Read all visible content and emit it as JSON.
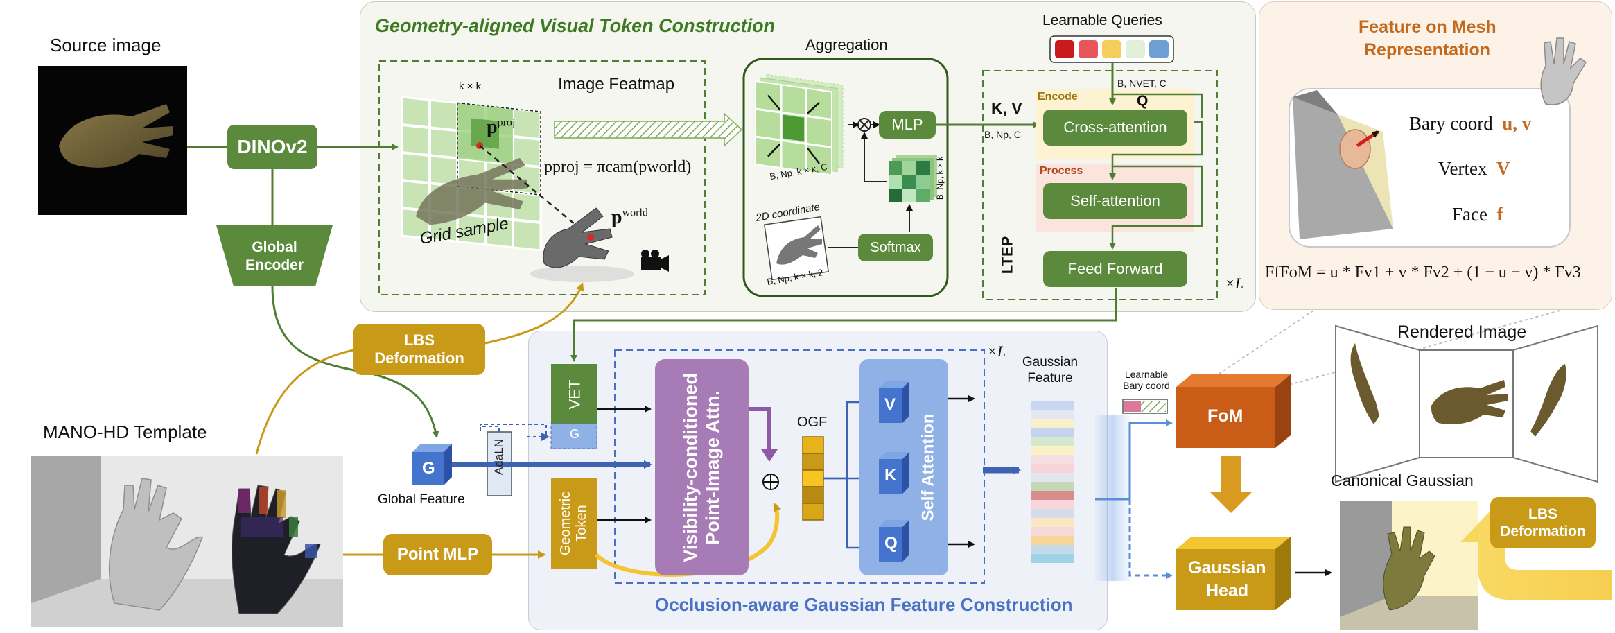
{
  "labels": {
    "source_image": "Source image",
    "dinov2": "DINOv2",
    "global_encoder": "Global Encoder",
    "lbs_deformation": "LBS Deformation",
    "mano_template": "MANO-HD Template",
    "point_mlp": "Point MLP",
    "global_feature": "Global Feature",
    "g": "G",
    "adaln": "AdaLN"
  },
  "gvtc": {
    "title": "Geometry-aligned Visual Token Construction",
    "image_featmap": "Image Featmap",
    "grid_sample": "Grid sample",
    "k_by_k": "k × k",
    "p_proj": "p",
    "p_proj_sup": "proj",
    "p_world": "p",
    "p_world_sup": "world",
    "formula": "pproj = πcam(pworld)",
    "aggregation": "Aggregation",
    "mlp": "MLP",
    "softmax": "Softmax",
    "coord_2d": "2D coordinate",
    "dim_feat": "B, Np, k × k, C",
    "dim_coord": "B, Np, k × k, 2",
    "dim_weight": "B, Np, k × k",
    "otimes": "⊗"
  },
  "ltep": {
    "learnable_queries": "Learnable Queries",
    "query_dims": "B, NVET, C",
    "query_colors": [
      "#c8191c",
      "#e8555a",
      "#f5cd5a",
      "#e2efd9",
      "#6e9fd4"
    ],
    "kv": "K, V",
    "kv_dims": "B, Np, C",
    "q": "Q",
    "encode": "Encode",
    "cross_attention": "Cross-attention",
    "process": "Process",
    "self_attention": "Self-attention",
    "feed_forward": "Feed Forward",
    "ltep": "LTEP",
    "times_l": "×L"
  },
  "fom_panel": {
    "title_line1": "Feature on Mesh",
    "title_line2": "Representation",
    "bary": "Bary coord",
    "bary_vals": "u, v",
    "vertex": "Vertex",
    "vertex_val": "V",
    "face": "Face",
    "face_val": "f",
    "formula": "FfFoM = u * Fv1 + v * Fv2 + (1 − u − v) * Fv3"
  },
  "ogfc": {
    "title": "Occlusion-aware Gaussian Feature Construction",
    "vet": "VET",
    "g": "G",
    "geometric_token": "Geometric Token",
    "vis_attn_line1": "Visibility-conditioned",
    "vis_attn_line2": "Point-Image Attn.",
    "oplus": "⊕",
    "ogf": "OGF",
    "v": "V",
    "k": "K",
    "q": "Q",
    "self_attention": "Self Attention",
    "times_l": "×L",
    "gaussian_feature": "Gaussian Feature",
    "gaussian_feature_colors": [
      "#c9d6ef",
      "#e3e7f1",
      "#f7f0c8",
      "#c6d3ee",
      "#d5e7cd",
      "#fbf1c6",
      "#f3dfe4",
      "#f5d3d6",
      "#e2e6ee",
      "#c5d8b8",
      "#d98c8c",
      "#f7d7da",
      "#d7dceb",
      "#fde6c2",
      "#f5d9d9",
      "#f8d69a",
      "#c2dbe9",
      "#9ed2e4"
    ]
  },
  "right": {
    "learnable_bary": "Learnable Bary coord",
    "fom": "FoM",
    "gaussian_head_line1": "Gaussian",
    "gaussian_head_line2": "Head",
    "rendered_image": "Rendered Image",
    "canonical_gaussian": "Canonical Gaussian",
    "lbs_deformation": "LBS Deformation"
  },
  "colors": {
    "green": "#5b8a3c",
    "dark_green": "#3f6b27",
    "gold": "#c89a18",
    "purple": "#a77bb5",
    "blue_box": "#4a72c4",
    "orange": "#c95d17",
    "accent_orange": "#c46a1f"
  }
}
